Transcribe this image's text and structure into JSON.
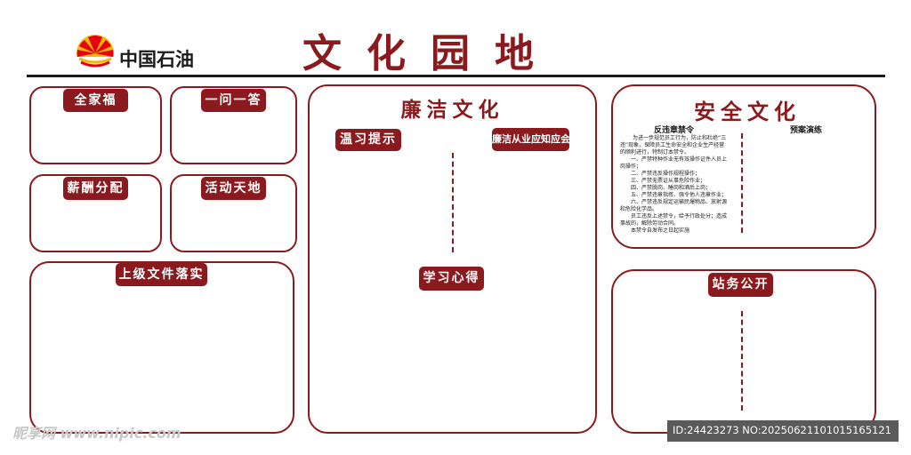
{
  "header": {
    "logo_text": "中国石油",
    "title": "文化园地"
  },
  "left_panels": {
    "family": "全家福",
    "qa": "一问一答",
    "salary": "薪酬分配",
    "activity": "活动天地",
    "documents": "上级文件落实"
  },
  "integrity": {
    "title": "廉洁文化",
    "tip": "温习提示",
    "knowledge": "廉洁从业应知应会",
    "learning": "学习心得"
  },
  "safety": {
    "title": "安全文化",
    "violation_heading": "反违章禁令",
    "drill_heading": "预案演练",
    "rules": [
      "为进一步规范员工行为，防止和杜绝“三",
      "违”现象，保障员工生命安全和企业生产经营",
      "的顺利进行，特制订本禁令。",
      "一、严禁特种作业无有效操作证件人员上",
      "岗操作；",
      "二、严禁违反操作规程操作；",
      "三、严禁无票证从事危险作业；",
      "四、严禁脱岗、睡岗和酒后上岗；",
      "五、严禁违章指挥、强令他人违章作业；",
      "六、严禁违反规定运输民爆物品、放射源",
      "和危险化学品。",
      "员工违反上述禁令，给予行政处分；造成",
      "事故的，解除劳动合同。",
      "本禁令自发布之日起实施"
    ]
  },
  "station": {
    "title": "站务公开"
  },
  "watermark": {
    "site": "昵享网 www.nipic.com",
    "id_text": "ID:24423273 NO:20250621101015165121"
  },
  "colors": {
    "brand_red": "#8b1a1e",
    "logo_yellow": "#f5b800",
    "logo_red": "#e60012"
  }
}
